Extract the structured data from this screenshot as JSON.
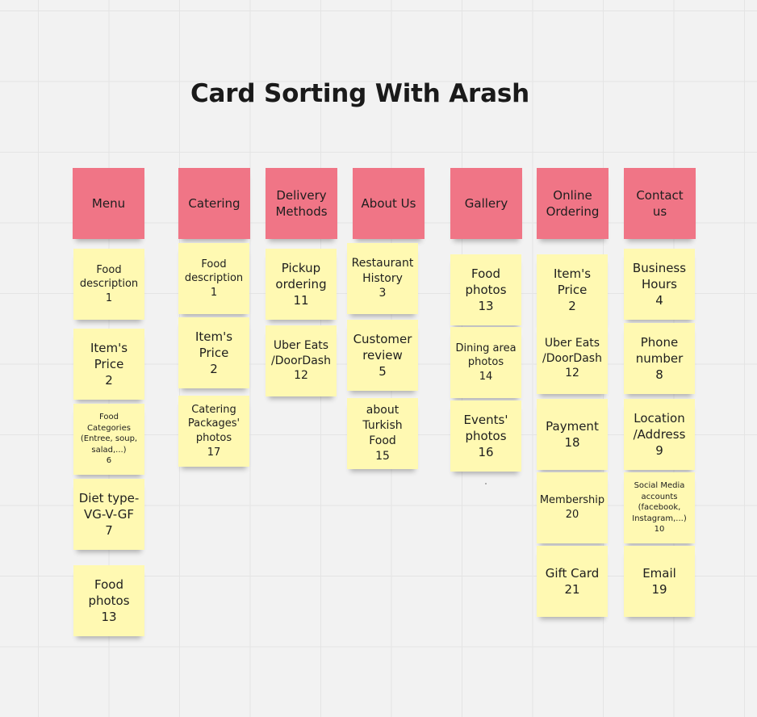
{
  "title": "Card Sorting With Arash",
  "columns": [
    {
      "id": "menu",
      "header": "Menu",
      "cards": [
        {
          "text": "Food\ndescription\n1"
        },
        {
          "text": "Item's\nPrice\n2"
        },
        {
          "text": "Food\nCategories\n(Entree, soup,\nsalad,...)\n6"
        },
        {
          "text": "Diet type-\nVG-V-GF\n7"
        },
        {
          "text": "Food\nphotos\n13"
        }
      ]
    },
    {
      "id": "catering",
      "header": "Catering",
      "cards": [
        {
          "text": "Food\ndescription\n1"
        },
        {
          "text": "Item's\nPrice\n2"
        },
        {
          "text": "Catering\nPackages'\nphotos\n17"
        }
      ]
    },
    {
      "id": "delivery",
      "header": "Delivery\nMethods",
      "cards": [
        {
          "text": "Pickup\nordering\n11"
        },
        {
          "text": "Uber Eats\n/DoorDash\n12"
        }
      ]
    },
    {
      "id": "about",
      "header": "About Us",
      "cards": [
        {
          "text": "Restaurant\nHistory\n3"
        },
        {
          "text": "Customer\nreview\n5"
        },
        {
          "text": "about\nTurkish\nFood\n15"
        }
      ]
    },
    {
      "id": "gallery",
      "header": "Gallery",
      "cards": [
        {
          "text": "Food\nphotos\n13"
        },
        {
          "text": "Dining area\nphotos\n14"
        },
        {
          "text": "Events'\nphotos\n16"
        }
      ]
    },
    {
      "id": "online-ordering",
      "header": "Online\nOrdering",
      "cards": [
        {
          "text": "Item's\nPrice\n2"
        },
        {
          "text": "Uber Eats\n/DoorDash\n12"
        },
        {
          "text": "Payment\n18"
        },
        {
          "text": "Membership\n20"
        },
        {
          "text": "Gift Card\n21"
        }
      ]
    },
    {
      "id": "contact",
      "header": "Contact\nus",
      "cards": [
        {
          "text": "Business\nHours\n4"
        },
        {
          "text": "Phone\nnumber\n8"
        },
        {
          "text": "Location\n/Address\n9"
        },
        {
          "text": "Social Media\naccounts\n(facebook,\nInstagram,...)\n10"
        },
        {
          "text": "Email\n19"
        }
      ]
    }
  ],
  "colors": {
    "header": "#f07586",
    "card": "#fff9b2",
    "background": "#f2f2f2"
  }
}
